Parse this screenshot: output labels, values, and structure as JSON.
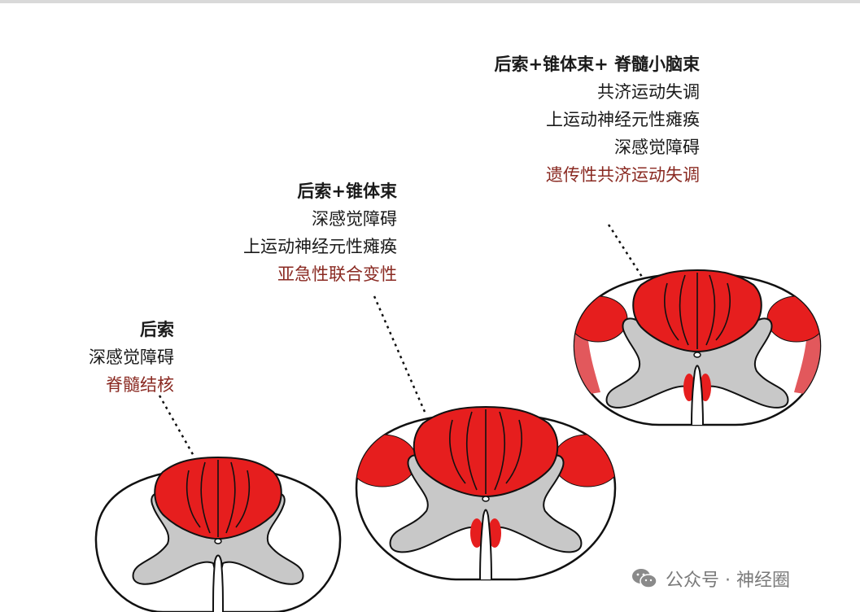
{
  "panels": [
    {
      "title": "后索",
      "lines": [
        "深感觉障碍"
      ],
      "disease": "脊髓结核"
    },
    {
      "title": "后索+锥体束",
      "lines": [
        "深感觉障碍",
        "上运动神经元性瘫痪"
      ],
      "disease": "亚急性联合变性"
    },
    {
      "title": "后索+锥体束+ 脊髓小脑束",
      "lines": [
        "共济运动失调",
        "上运动神经元性瘫痪",
        "深感觉障碍"
      ],
      "disease": "遗传性共济运动失调"
    }
  ],
  "watermark": {
    "text": "公众号 · 神经圈",
    "icon": "wechat-icon"
  },
  "colors": {
    "lesion": "#e61e1e",
    "lesion_light": "#e2585c",
    "grey_matter": "#c8c8c8",
    "outline": "#111111",
    "disease_text": "#8a2a22"
  }
}
